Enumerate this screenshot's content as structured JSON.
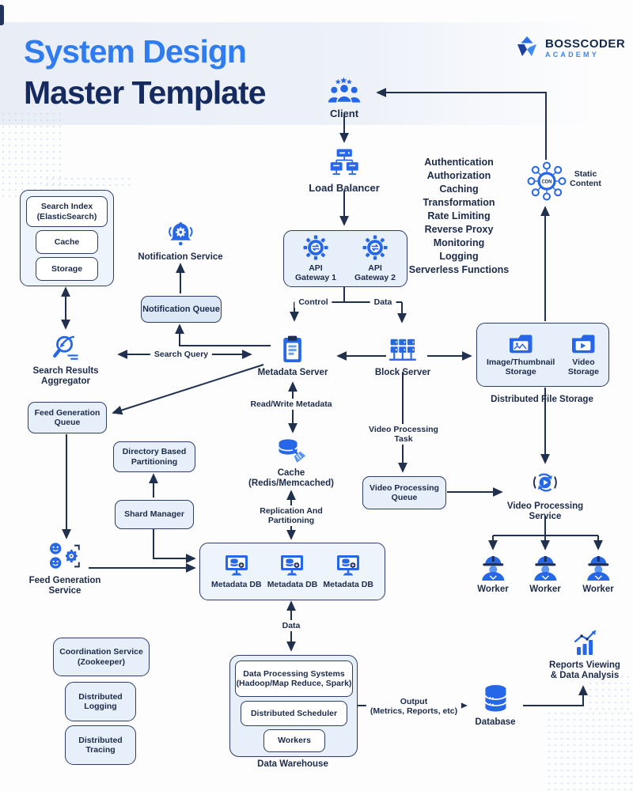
{
  "header": {
    "title_accent": "System Design",
    "title_main": "Master Template",
    "brand_name": "BOSSCODER",
    "brand_sub": "ACADEMY"
  },
  "colors": {
    "title_blue": "#2e7cf0",
    "title_navy": "#152a5e",
    "icon_blue": "#2667e8",
    "line_navy": "#20304f",
    "box_fill": "#e7effa"
  },
  "nodes": {
    "client": {
      "label": "Client"
    },
    "load_balancer": {
      "label": "Load Balancer"
    },
    "api_gateway_1": {
      "line1": "API",
      "line2": "Gateway 1"
    },
    "api_gateway_2": {
      "line1": "API",
      "line2": "Gateway 2"
    },
    "gateway_functions": [
      "Authentication",
      "Authorization",
      "Caching",
      "Transformation",
      "Rate Limiting",
      "Reverse Proxy",
      "Monitoring",
      "Logging",
      "Serverless Functions"
    ],
    "cdn": {
      "badge": "CDN",
      "line1": "Static",
      "line2": "Content"
    },
    "search_index": {
      "line1": "Search Index",
      "line2": "(ElasticSearch)"
    },
    "search_cache": {
      "label": "Cache"
    },
    "search_storage": {
      "label": "Storage"
    },
    "notification_service": {
      "label": "Notification Service"
    },
    "notification_queue": {
      "label": "Notification Queue"
    },
    "search_results_aggregator": {
      "line1": "Search Results",
      "line2": "Aggregator"
    },
    "feed_generation_queue": {
      "line1": "Feed Generation",
      "line2": "Queue"
    },
    "metadata_server": {
      "label": "Metadata Server"
    },
    "block_server": {
      "label": "Block Server"
    },
    "image_storage": {
      "line1": "Image/Thumbnail",
      "line2": "Storage"
    },
    "video_storage": {
      "line1": "Video",
      "line2": "Storage"
    },
    "distributed_file_storage": {
      "label": "Distributed File Storage"
    },
    "cache_redis": {
      "line1": "Cache",
      "line2": "(Redis/Memcached)"
    },
    "video_processing_queue": {
      "line1": "Video Processing",
      "line2": "Queue"
    },
    "video_processing_service": {
      "line1": "Video Processing",
      "line2": "Service"
    },
    "directory_partitioning": {
      "line1": "Directory Based",
      "line2": "Partitioning"
    },
    "shard_manager": {
      "label": "Shard Manager"
    },
    "feed_generation_service": {
      "line1": "Feed Generation",
      "line2": "Service"
    },
    "metadata_dbs": [
      "Metadata DB",
      "Metadata DB",
      "Metadata DB"
    ],
    "workers": [
      "Worker",
      "Worker",
      "Worker"
    ],
    "coordination_service": {
      "line1": "Coordination Service",
      "line2": "(Zookeeper)"
    },
    "distributed_logging": {
      "line1": "Distributed",
      "line2": "Logging"
    },
    "distributed_tracing": {
      "line1": "Distributed",
      "line2": "Tracing"
    },
    "data_processing_systems": {
      "line1": "Data Processing Systems",
      "line2": "(Hadoop/Map Reduce, Spark)"
    },
    "distributed_scheduler": {
      "label": "Distributed Scheduler"
    },
    "warehouse_workers": {
      "label": "Workers"
    },
    "data_warehouse": {
      "label": "Data Warehouse"
    },
    "database": {
      "label": "Database"
    },
    "reports": {
      "line1": "Reports Viewing",
      "line2": "& Data Analysis"
    }
  },
  "edges": {
    "control": "Control",
    "data": "Data",
    "search_query": "Search Query",
    "read_write_metadata": "Read/Write Metadata",
    "video_task_line1": "Video Processing",
    "video_task_line2": "Task",
    "replication_line1": "Replication And",
    "replication_line2": "Partitioning",
    "data_flow": "Data",
    "output_line1": "Output",
    "output_line2": "(Metrics, Reports, etc)"
  }
}
